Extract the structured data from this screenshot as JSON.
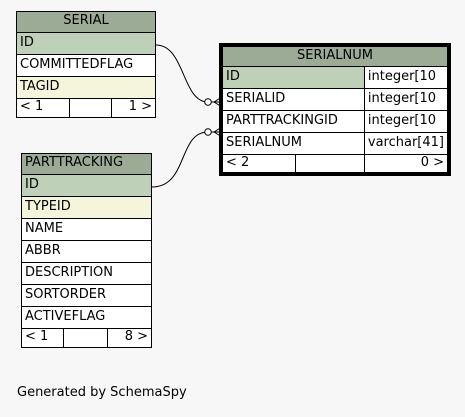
{
  "tables": {
    "serial": {
      "name": "SERIAL",
      "columns": [
        {
          "name": "ID",
          "kind": "pk"
        },
        {
          "name": "COMMITTEDFLAG",
          "kind": "plain"
        },
        {
          "name": "TAGID",
          "kind": "idx"
        }
      ],
      "footer": {
        "parents": "< 1",
        "children": "1 >"
      }
    },
    "parttracking": {
      "name": "PARTTRACKING",
      "columns": [
        {
          "name": "ID",
          "kind": "pk"
        },
        {
          "name": "TYPEID",
          "kind": "idx"
        },
        {
          "name": "NAME",
          "kind": "plain"
        },
        {
          "name": "ABBR",
          "kind": "plain"
        },
        {
          "name": "DESCRIPTION",
          "kind": "plain"
        },
        {
          "name": "SORTORDER",
          "kind": "plain"
        },
        {
          "name": "ACTIVEFLAG",
          "kind": "plain"
        }
      ],
      "footer": {
        "parents": "< 1",
        "children": "8 >"
      }
    },
    "serialnum": {
      "name": "SERIALNUM",
      "columns": [
        {
          "name": "ID",
          "type": "integer[10",
          "kind": "pk"
        },
        {
          "name": "SERIALID",
          "type": "integer[10",
          "kind": "plain"
        },
        {
          "name": "PARTTRACKINGID",
          "type": "integer[10",
          "kind": "plain"
        },
        {
          "name": "SERIALNUM",
          "type": "varchar[41]",
          "kind": "plain"
        }
      ],
      "footer": {
        "parents": "< 2",
        "children": "0 >"
      }
    }
  },
  "colors": {
    "header": "#9bab96",
    "primary_key": "#bed1b8",
    "indexed": "#f5f5dc",
    "background": "#f7f7f7"
  },
  "footer_text": "Generated by SchemaSpy"
}
